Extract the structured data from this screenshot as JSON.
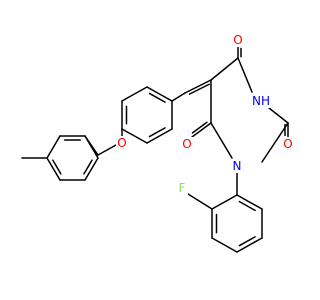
{
  "molecule": {
    "name": "",
    "atoms": [
      {
        "id": "O_carbonyl_top",
        "label": "O",
        "color": "#ff0000"
      },
      {
        "id": "N_H",
        "label": "H",
        "color": "#0000ff"
      },
      {
        "id": "N_imide",
        "label": "N",
        "color": "#0000ff"
      },
      {
        "id": "O_carbonyl_right",
        "label": "O",
        "color": "#ff0000"
      },
      {
        "id": "O_carbonyl_bottom",
        "label": "O",
        "color": "#ff0000"
      },
      {
        "id": "N_aryl",
        "label": "N",
        "color": "#0000ff"
      },
      {
        "id": "O_ether",
        "label": "O",
        "color": "#ff0000"
      },
      {
        "id": "F",
        "label": "F",
        "color": "#90e050"
      }
    ],
    "colors": {
      "bond": "#000000",
      "oxygen": "#ff0000",
      "nitrogen": "#0000ff",
      "fluorine": "#90e050"
    }
  }
}
